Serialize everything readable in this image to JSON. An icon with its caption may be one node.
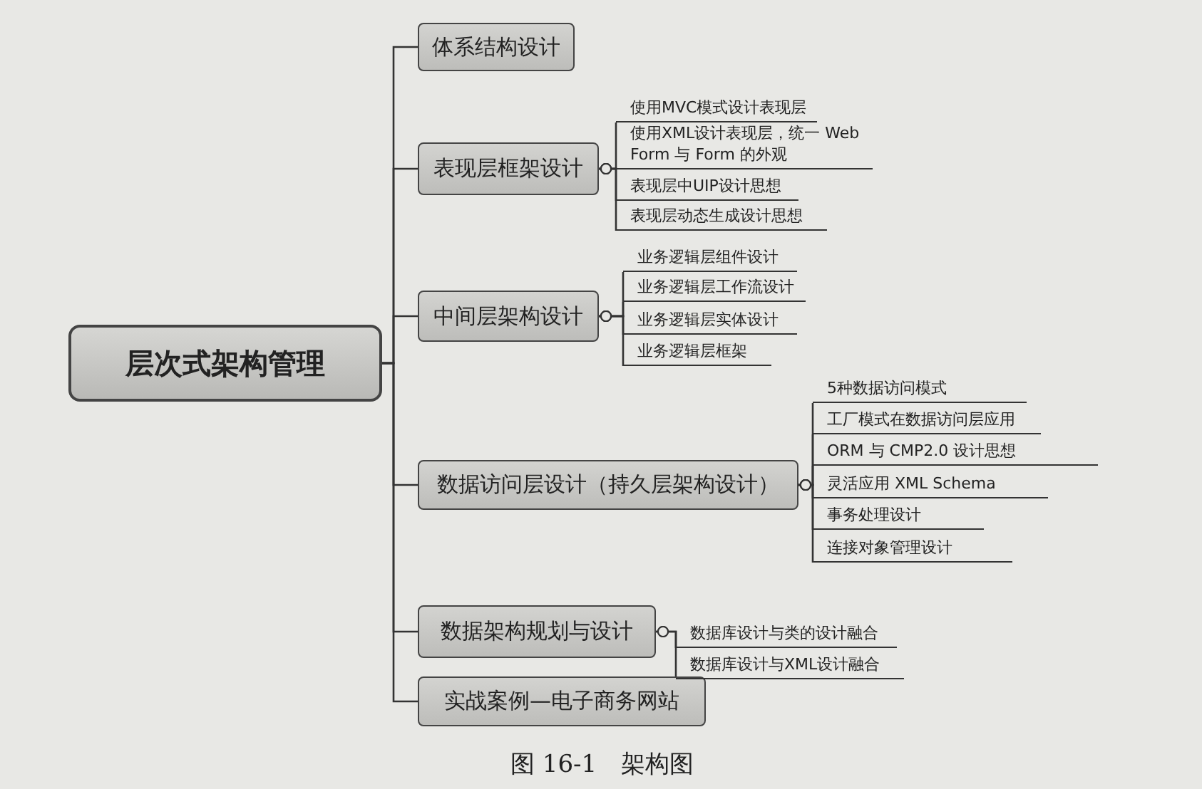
{
  "diagram": {
    "caption": "图 16-1　架构图",
    "nodes": [
      {
        "text": [
          "层次式架构管理"
        ]
      },
      {
        "text": [
          "体系结构设计"
        ]
      },
      {
        "text": [
          "表现层框架设计"
        ]
      },
      {
        "text": [
          "中间层架构设计"
        ]
      },
      {
        "text": [
          "数据访问层设计（持久层架构设计）"
        ]
      },
      {
        "text": [
          "数据架构规划与设计"
        ]
      },
      {
        "text": [
          "实战案例—电子商务网站"
        ]
      },
      {
        "text": [
          "使用MVC模式设计表现层"
        ]
      },
      {
        "text": [
          "使用XML设计表现层，统一 Web Form 与 Form 的外观"
        ]
      },
      {
        "text": [
          "表现层中UIP设计思想"
        ]
      },
      {
        "text": [
          "表现层动态生成设计思想"
        ]
      },
      {
        "text": [
          "业务逻辑层组件设计"
        ]
      },
      {
        "text": [
          "业务逻辑层工作流设计"
        ]
      },
      {
        "text": [
          "业务逻辑层实体设计"
        ]
      },
      {
        "text": [
          "业务逻辑层框架"
        ]
      },
      {
        "text": [
          "5种数据访问模式"
        ]
      },
      {
        "text": [
          "工厂模式在数据访问层应用"
        ]
      },
      {
        "text": [
          "ORM 与 CMP2.0 设计思想"
        ]
      },
      {
        "text": [
          "灵活应用 XML Schema"
        ]
      },
      {
        "text": [
          "事务处理设计"
        ]
      },
      {
        "text": [
          "连接对象管理设计"
        ]
      },
      {
        "text": [
          "数据库设计与类的设计融合"
        ]
      },
      {
        "text": [
          "数据库设计与XML设计融合"
        ]
      }
    ],
    "edges": [
      {
        "from": 0,
        "to": 1,
        "arrow": "none"
      },
      {
        "from": 0,
        "to": 2,
        "arrow": "none"
      },
      {
        "from": 0,
        "to": 3,
        "arrow": "none"
      },
      {
        "from": 0,
        "to": 4,
        "arrow": "none"
      },
      {
        "from": 0,
        "to": 5,
        "arrow": "none"
      },
      {
        "from": 0,
        "to": 6,
        "arrow": "none"
      },
      {
        "from": 2,
        "to": 7,
        "arrow": "other"
      },
      {
        "from": 2,
        "to": 8,
        "arrow": "other"
      },
      {
        "from": 2,
        "to": 9,
        "arrow": "other"
      },
      {
        "from": 2,
        "to": 10,
        "arrow": "other"
      },
      {
        "from": 3,
        "to": 11,
        "arrow": "other"
      },
      {
        "from": 3,
        "to": 12,
        "arrow": "other"
      },
      {
        "from": 3,
        "to": 13,
        "arrow": "other"
      },
      {
        "from": 3,
        "to": 14,
        "arrow": "other"
      },
      {
        "from": 4,
        "to": 15,
        "arrow": "other"
      },
      {
        "from": 4,
        "to": 16,
        "arrow": "other"
      },
      {
        "from": 4,
        "to": 17,
        "arrow": "other"
      },
      {
        "from": 4,
        "to": 18,
        "arrow": "other"
      },
      {
        "from": 4,
        "to": 19,
        "arrow": "other"
      },
      {
        "from": 4,
        "to": 20,
        "arrow": "other"
      },
      {
        "from": 5,
        "to": 21,
        "arrow": "other"
      },
      {
        "from": 5,
        "to": 22,
        "arrow": "other"
      }
    ]
  }
}
